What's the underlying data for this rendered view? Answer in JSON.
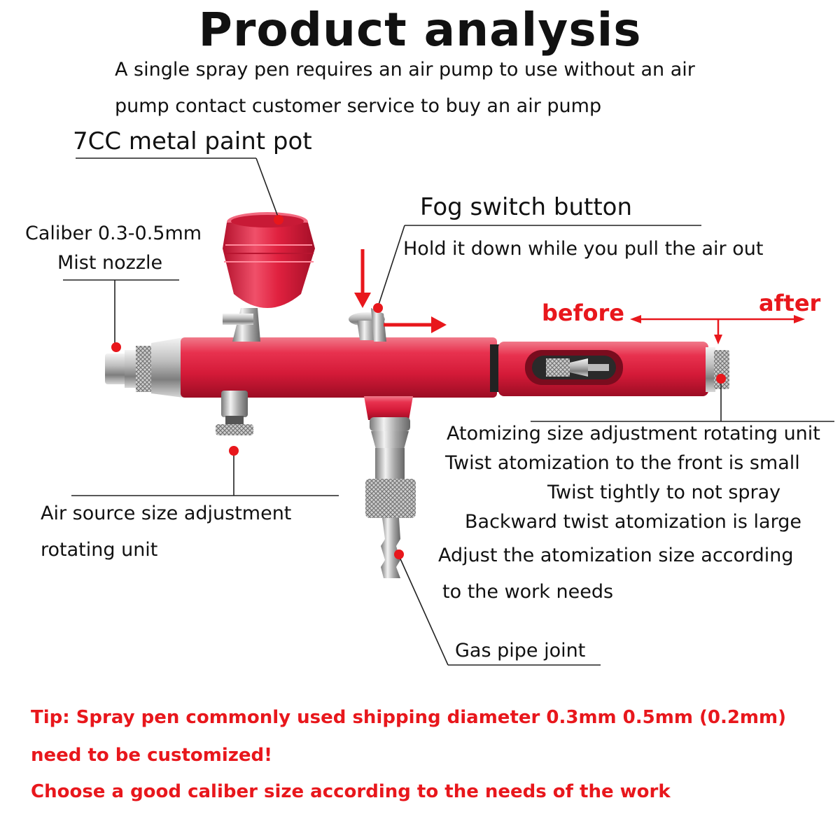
{
  "title": "Product analysis",
  "subtitle_line1": "A single spray pen requires an air pump to use without an air",
  "subtitle_line2": "pump contact customer service to buy an air pump",
  "labels": {
    "paint_pot": "7CC metal paint pot",
    "caliber_line1": "Caliber 0.3-0.5mm",
    "caliber_line2": "Mist nozzle",
    "fog_switch": "Fog switch button",
    "fog_switch_note": "Hold it down while you pull the air out",
    "before": "before",
    "after": "after",
    "atomizing_title": "Atomizing size adjustment rotating unit",
    "atomizing_line1": "Twist atomization to the front is small",
    "atomizing_line2": "Twist tightly to not spray",
    "atomizing_line3": "Backward twist atomization is large",
    "atomizing_line4": "Adjust the atomization size according",
    "atomizing_line5": "to the work needs",
    "air_source_line1": "Air source size adjustment",
    "air_source_line2": "rotating unit",
    "gas_pipe": "Gas pipe joint"
  },
  "tips": {
    "line1": "Tip: Spray pen commonly used shipping diameter 0.3mm 0.5mm (0.2mm)",
    "line2": "need to be customized!",
    "line3": "Choose a good caliber size according to the needs of the work"
  },
  "colors": {
    "accent_red": "#e8171c",
    "body_red": "#e0213f",
    "text": "#111111"
  }
}
